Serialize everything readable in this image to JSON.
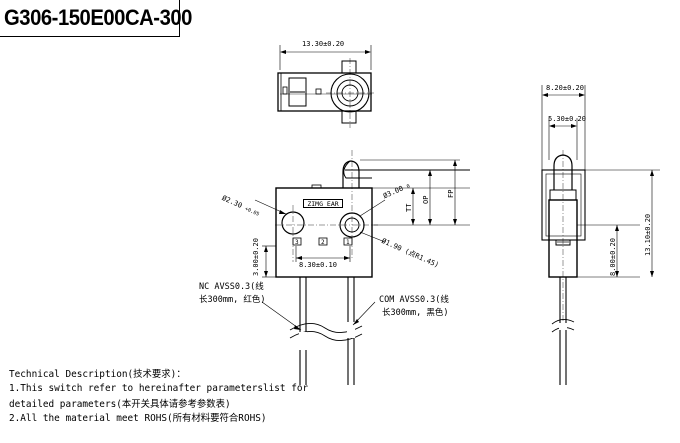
{
  "title": "G306-150E00CA-300",
  "dimensions": {
    "top_width": "13.30±0.20",
    "pin_pitch": "8.30±0.10",
    "side_outer_width": "8.20±0.20",
    "side_inner_width": "5.30±0.20",
    "hole_top": "Ø2.30",
    "hole_right": "Ø3.00",
    "hole_tol_top": "+0.05",
    "hole_tol_bottom": "0",
    "actuator": "Ø1.90 (点R1.45)",
    "left_height": "3.00±0.20",
    "tt": "TT",
    "op": "OP",
    "fp": "FP",
    "height_8": "8.00±0.20",
    "height_13": "13.10±0.20"
  },
  "brand": "ZIMG EAR",
  "pin_labels": [
    "3",
    "2",
    "1"
  ],
  "wires": {
    "nc_line1": "NC AVSS0.3(线",
    "nc_line2": "长300mm, 红色)",
    "com_line1": "COM AVSS0.3(线",
    "com_line2": "长300mm, 黑色)"
  },
  "description": {
    "heading": "Technical Description(技术要求)：",
    "item1_line1": "1.This switch  refer to hereinafter parameterslist for",
    "item1_line2": "detailed parameters(本开关具体请参考参数表)",
    "item2": "2.All the material meet ROHS(所有材料要符合ROHS)"
  }
}
